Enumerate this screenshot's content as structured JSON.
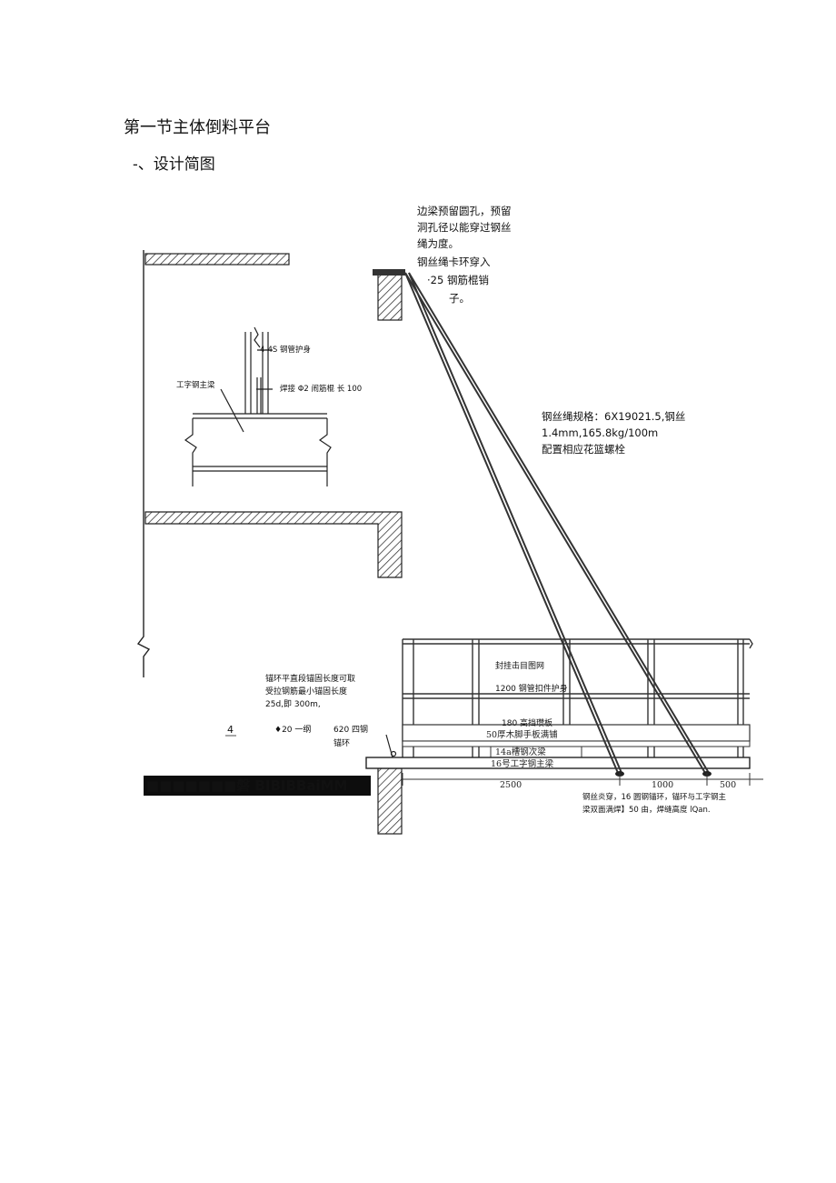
{
  "headings": {
    "section_title": "第一节主体倒料平台",
    "subsection_title": "-、设计简图"
  },
  "annotations": {
    "edge_beam_hole": [
      "边梁预留圆孔，预留",
      "洞孔径以能穿过钢丝",
      "绳为度。"
    ],
    "wire_clamp": [
      "钢丝绳卡环穿入",
      "·25 钢筋棍销",
      "子。"
    ],
    "steel_pipe_guard": "4-4S 钢管护身",
    "i_beam_main": "工字钢主梁",
    "weld_bar": "焊接 Φ2 闹筋棍 长 100",
    "wire_spec": [
      "钢丝绳规格：6X19021.5,钢丝",
      "1.4mm,165.8kg/100m",
      "配置相应花篮螺栓"
    ],
    "safety_net": "封挂击目图网",
    "pipe_guard_1200": "1200 钢管扣件护身",
    "toe_board": "180 高挡瓒板",
    "plank": "50厚木脚手板满铺",
    "channel_beam": "14a槽钢次梁",
    "main_beam": "16号工字钢主梁",
    "anchor_note": [
      "锚环平直段锚固长度可取",
      "受拉钢筋最小锚固长度",
      "25d,即 300m,"
    ],
    "mark_4": "4",
    "rebar_20": "♦20 一纲",
    "anchor_ring": [
      "620 四钢",
      "锚环"
    ],
    "weld_note": [
      "钢丝炎穿，16 圆钢锚环，锚环与工字钢主",
      "梁双面满焊】50 由，焊缝高度 lQan."
    ],
    "black_bar_text": "■■■■■■■磐 BIBIBBaiMM"
  },
  "dimensions": [
    "2500",
    "1000",
    "500"
  ]
}
